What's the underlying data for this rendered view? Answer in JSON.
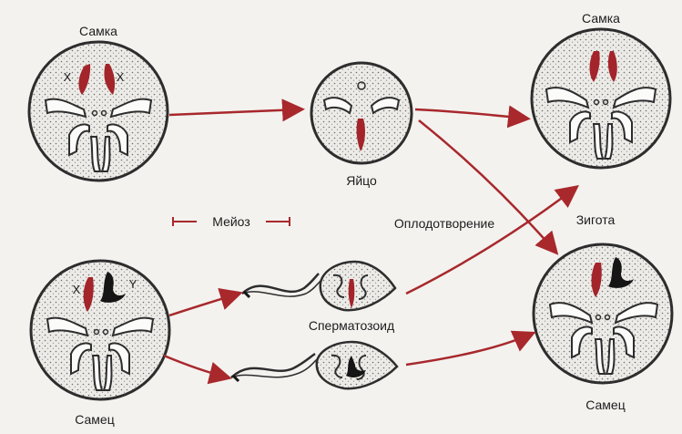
{
  "labels": {
    "female_top_left": "Самка",
    "female_top_right": "Самка",
    "egg": "Яйцо",
    "meiosis": "Мейоз",
    "fertilization": "Оплодотворение",
    "zygote": "Зигота",
    "sperm": "Сперматозоид",
    "male_bottom_left": "Самец",
    "male_bottom_right": "Самец",
    "chrom_x_left": "X",
    "chrom_x_right": "X",
    "chrom_x_male": "X",
    "chrom_y_male": "Y"
  },
  "colors": {
    "arrow": "#a8282c",
    "sex_chromosome_x": "#a3242a",
    "sex_chromosome_y": "#151515",
    "cell_fill": "#e9e7e3",
    "outline": "#2d2d2d"
  }
}
